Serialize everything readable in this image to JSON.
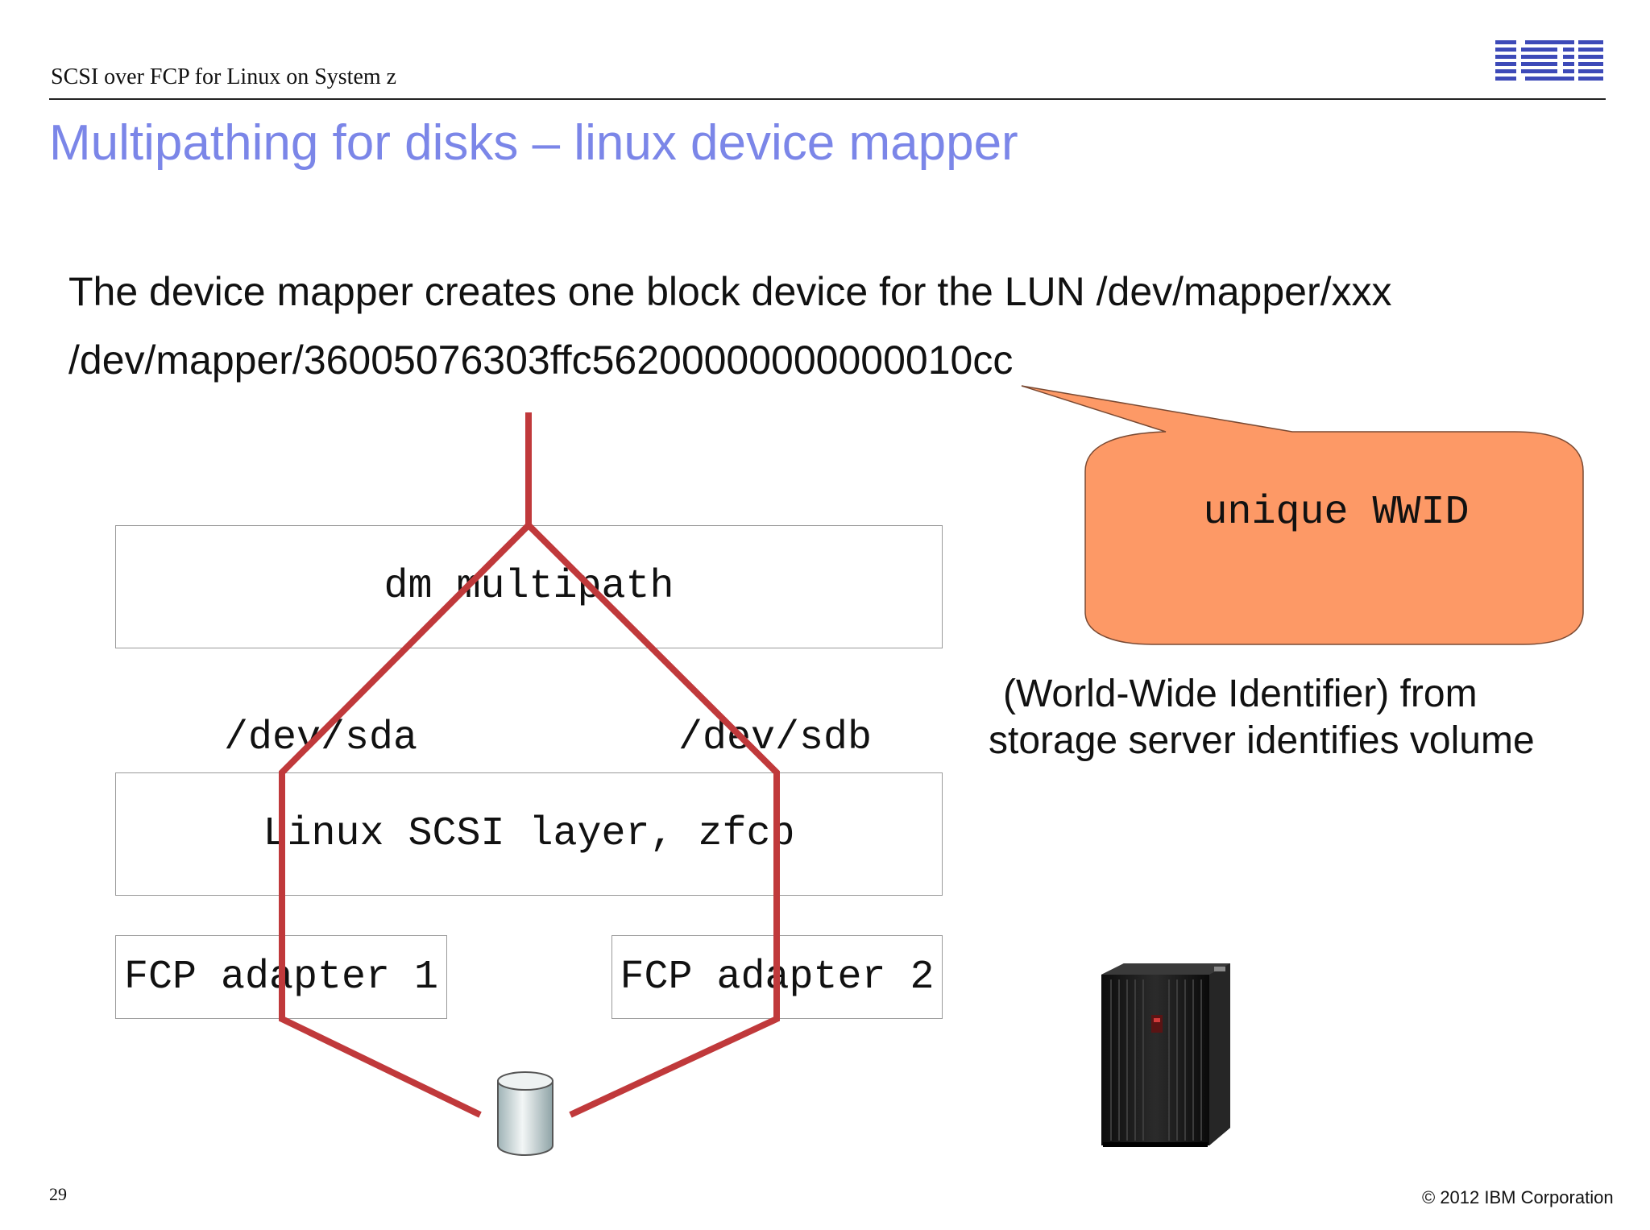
{
  "header": {
    "text": "SCSI over FCP for Linux on System z",
    "logo": "IBM"
  },
  "slide": {
    "title": "Multipathing for disks – linux device mapper",
    "body_line1": "The device mapper creates one block device for the LUN /dev/mapper/xxx",
    "body_line2": "/dev/mapper/36005076303ffc56200000000000010cc"
  },
  "diagram": {
    "dm_box_label": "dm multipath",
    "sda_label": "/dev/sda",
    "sdb_label": "/dev/sdb",
    "scsi_box_label": "Linux SCSI layer, zfcp",
    "fcp1_label": "FCP adapter 1",
    "fcp2_label": "FCP adapter 2",
    "path_color": "#c0393b",
    "callout_color": "#fd9966",
    "icons": [
      "disk-cylinder-icon",
      "storage-server-icon"
    ]
  },
  "callout": {
    "text": "unique WWID",
    "description_line1": "(World-Wide Identifier) from",
    "description_line2": "storage server identifies volume"
  },
  "footer": {
    "page_number": "29",
    "copyright": "© 2012 IBM Corporation"
  }
}
